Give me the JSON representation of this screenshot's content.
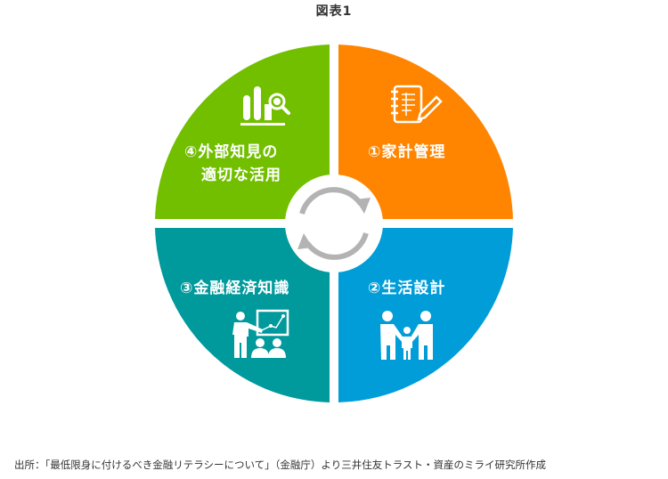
{
  "title": "図表1",
  "colors": {
    "quadrant_1": "#FF8500",
    "quadrant_2": "#009DD9",
    "quadrant_3": "#00999C",
    "quadrant_4": "#72BF00",
    "cycle_arrows": "#B3B3B3",
    "text": "#333333"
  },
  "quadrants": [
    {
      "id": "1",
      "label": "①家計管理",
      "icon": "notebook-pencil-icon",
      "position": "top-right"
    },
    {
      "id": "2",
      "label": "②生活設計",
      "icon": "family-icon",
      "position": "bottom-right"
    },
    {
      "id": "3",
      "label": "③金融経済知識",
      "icon": "presentation-teacher-icon",
      "position": "bottom-left"
    },
    {
      "id": "4",
      "label_line1": "④外部知見の",
      "label_line2": "適切な活用",
      "icon": "chart-magnifier-icon",
      "position": "top-left"
    }
  ],
  "center": {
    "icon": "cycle-arrows-icon"
  },
  "source": "出所：「最低限身に付けるべき金融リテラシーについて」（金融庁）より三井住友トラスト・資産のミライ研究所作成"
}
